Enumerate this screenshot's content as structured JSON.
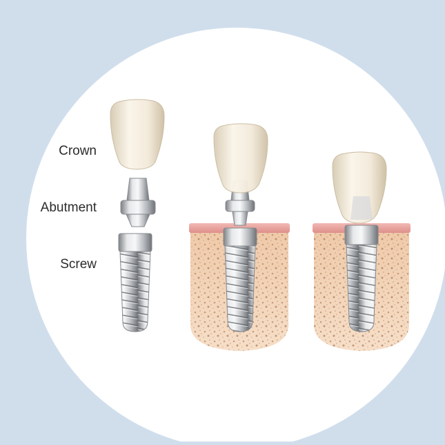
{
  "labels": {
    "crown": "Crown",
    "abutment": "Abutment",
    "screw": "Screw"
  },
  "colors": {
    "background": "#d0deec",
    "circle": "#ffffff",
    "bone": "#f2d2b4",
    "gum": "#e9a7a2",
    "crown": "#f4ecdc",
    "metal": "#b9bcc0"
  }
}
